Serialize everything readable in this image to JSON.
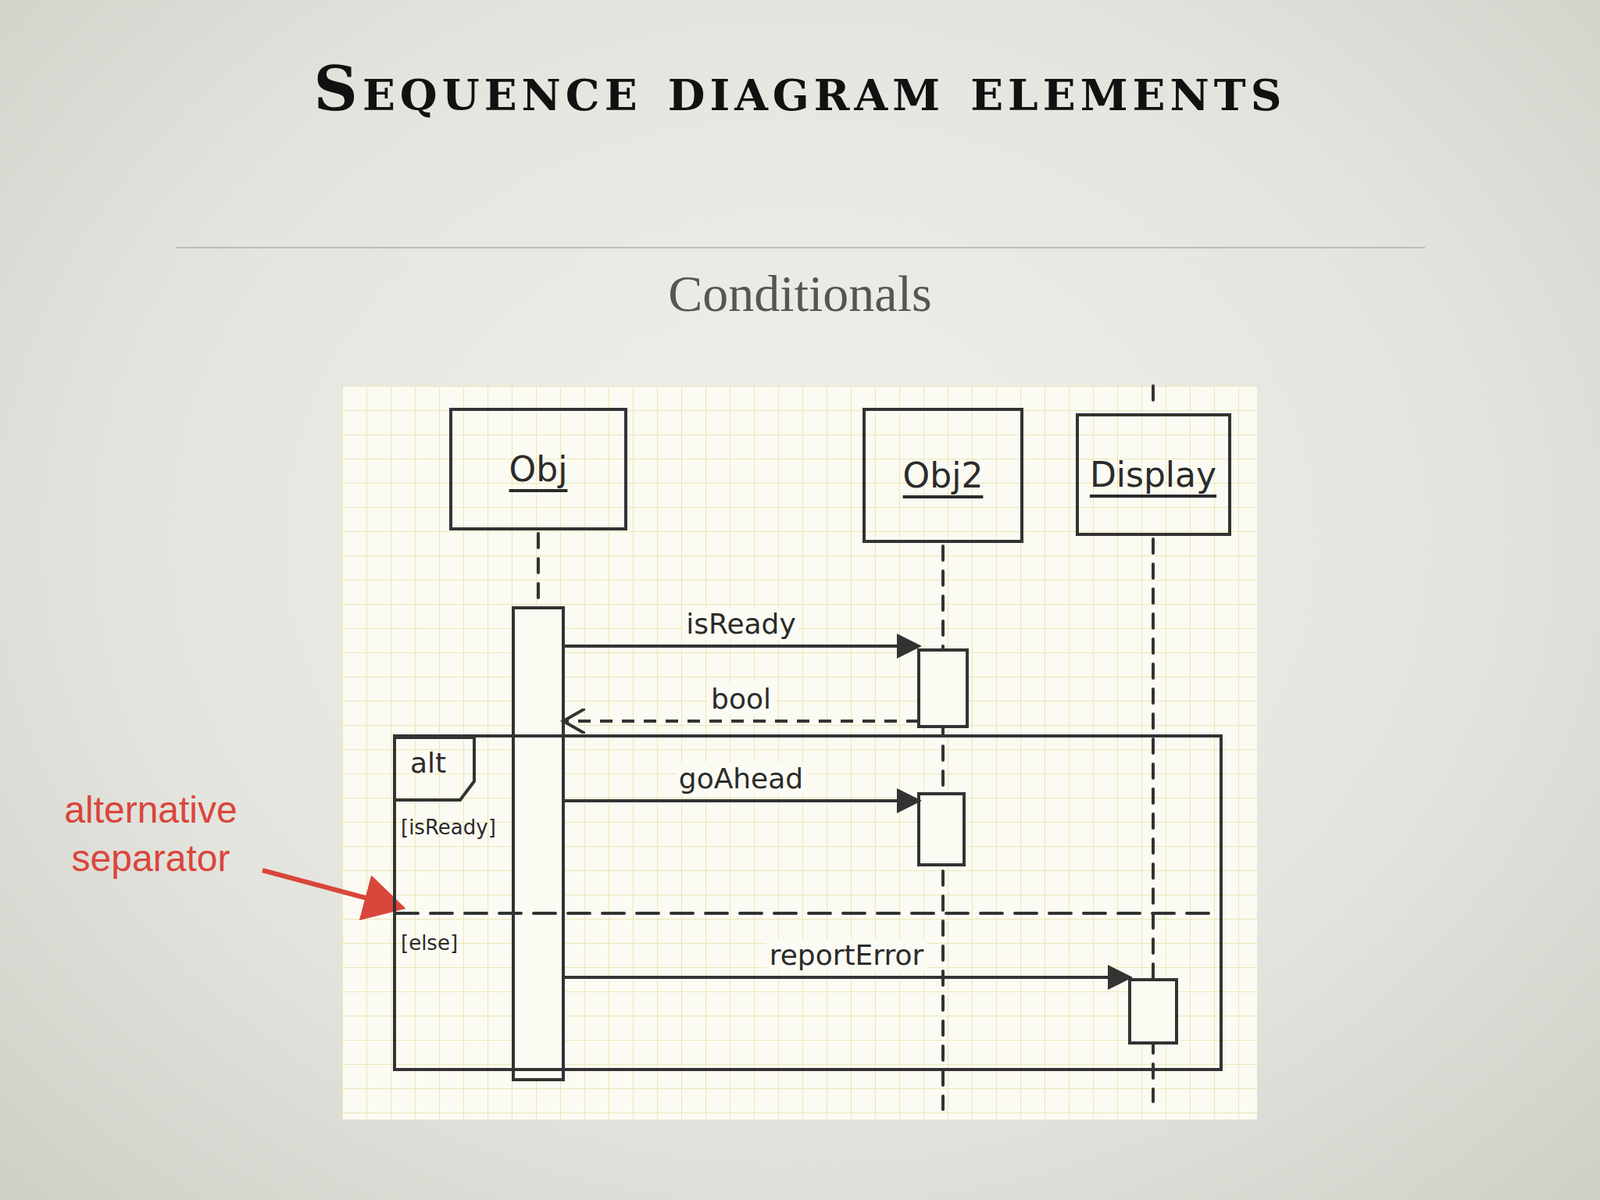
{
  "diagram": {
    "title": "Sequence diagram elements",
    "nodes": [
      {
        "text": [
          "Obj"
        ]
      },
      {
        "text": [
          "Obj2"
        ]
      },
      {
        "text": [
          "Display"
        ]
      },
      {
        "text": [
          "alt",
          "[isReady]",
          "[else]"
        ]
      }
    ],
    "edges": [
      {
        "from": 0,
        "to": 1,
        "label": "isReady",
        "arrow": "to"
      },
      {
        "from": 1,
        "to": 0,
        "label": "bool",
        "arrow": "to"
      },
      {
        "from": 0,
        "to": 1,
        "label": "goAhead",
        "arrow": "to"
      },
      {
        "from": 0,
        "to": 2,
        "label": "reportError",
        "arrow": "to"
      }
    ],
    "labels": [
      "Conditionals",
      "alternative separator"
    ]
  }
}
